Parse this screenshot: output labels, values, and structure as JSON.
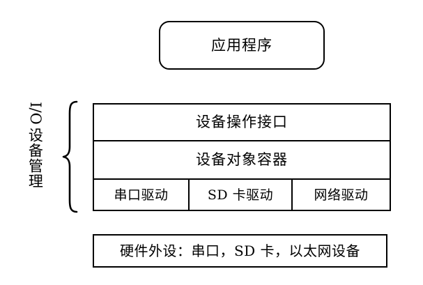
{
  "diagram": {
    "title_block": {
      "label": "应用程序"
    },
    "group_label": {
      "io": "I/O",
      "stacked": "设备管理"
    },
    "brace": {
      "icon": "curly-brace-icon"
    },
    "stack": {
      "rows": [
        {
          "label": "设备操作接口"
        },
        {
          "label": "设备对象容器"
        }
      ],
      "drivers": [
        {
          "label": "串口驱动"
        },
        {
          "label": "SD 卡驱动"
        },
        {
          "label": "网络驱动"
        }
      ]
    },
    "hardware": {
      "label": "硬件外设：串口，SD 卡，以太网设备"
    },
    "colors": {
      "background": "#ffffff",
      "stroke": "#000000",
      "text": "#000000"
    }
  }
}
